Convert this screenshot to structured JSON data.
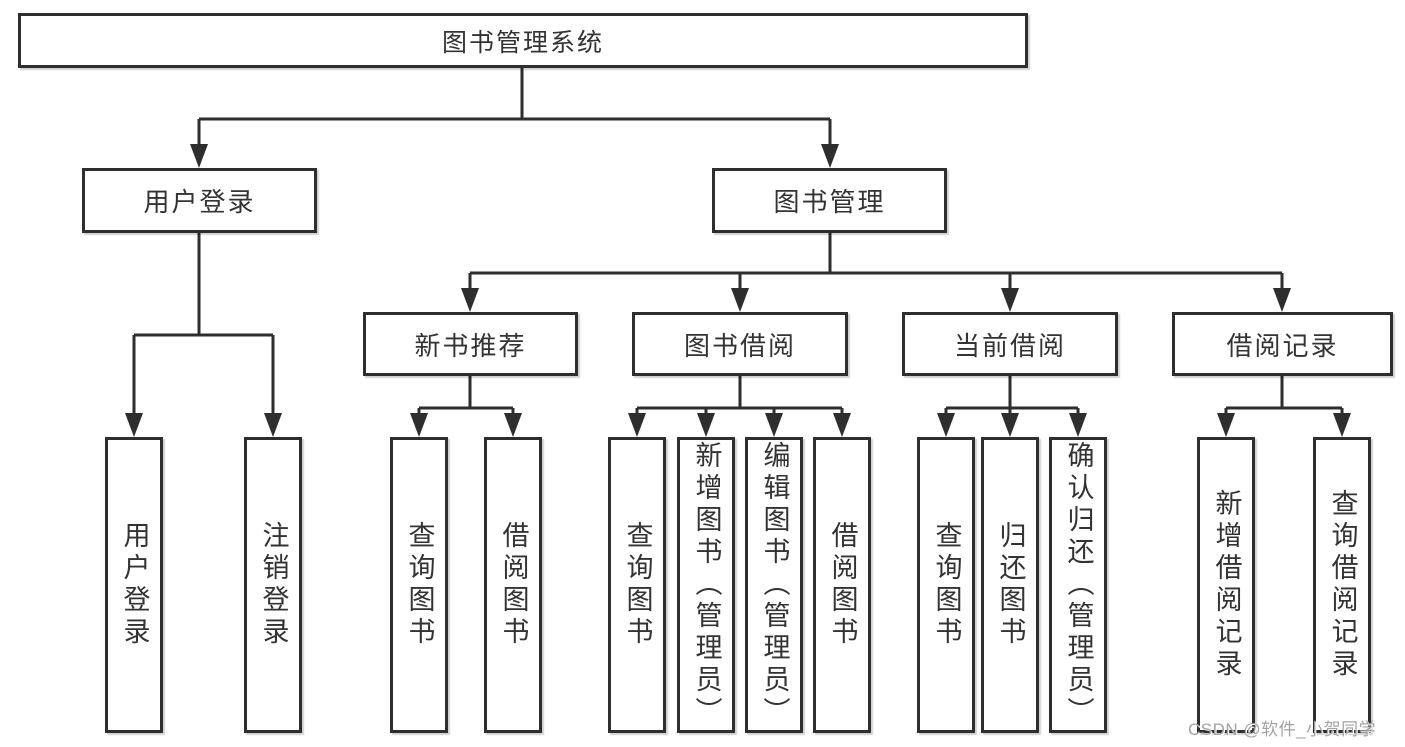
{
  "tree": {
    "label": "图书管理系统",
    "children": [
      {
        "label": "用户登录",
        "children": [
          {
            "label": "用户登录"
          },
          {
            "label": "注销登录"
          }
        ]
      },
      {
        "label": "图书管理",
        "children": [
          {
            "label": "新书推荐",
            "children": [
              {
                "label": "查询图书"
              },
              {
                "label": "借阅图书"
              }
            ]
          },
          {
            "label": "图书借阅",
            "children": [
              {
                "label": "查询图书"
              },
              {
                "label": "新增图书（管理员）"
              },
              {
                "label": "编辑图书（管理员）"
              },
              {
                "label": "借阅图书"
              }
            ]
          },
          {
            "label": "当前借阅",
            "children": [
              {
                "label": "查询图书"
              },
              {
                "label": "归还图书"
              },
              {
                "label": "确认归还（管理员）"
              }
            ]
          },
          {
            "label": "借阅记录",
            "children": [
              {
                "label": "新增借阅记录"
              },
              {
                "label": "查询借阅记录"
              }
            ]
          }
        ]
      }
    ]
  },
  "watermark": "CSDN @软件_小贺同学",
  "colors": {
    "line_color": "#2e2e2e",
    "text_color": "#333333",
    "bg_color": "#ffffff",
    "watermark_color": "#a3a3a3"
  }
}
